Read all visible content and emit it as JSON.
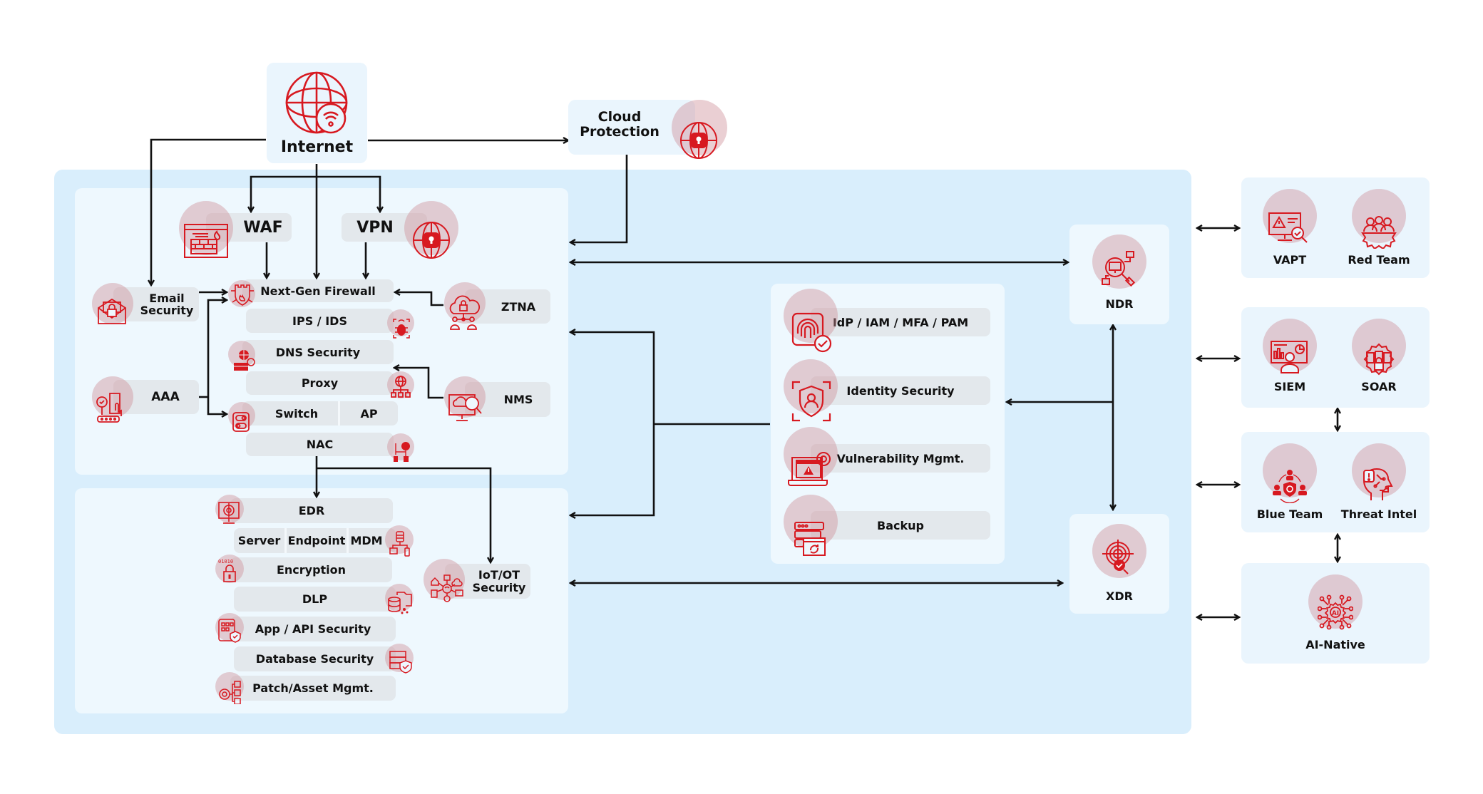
{
  "colors": {
    "accent": "#d71920",
    "panel_outer": "#d9eefc",
    "panel_inner": "#eef8fe",
    "bar": "#e3e8ec",
    "bubble": "#e2c3ca"
  },
  "top": {
    "internet": {
      "label": "Internet",
      "icon": "globe-wifi-icon"
    },
    "cloud": {
      "label_line1": "Cloud",
      "label_line2": "Protection",
      "icon": "globe-lock-icon"
    }
  },
  "perimeter": {
    "waf": {
      "label": "WAF",
      "icon": "firewall-window-icon"
    },
    "vpn": {
      "label": "VPN",
      "icon": "globe-lock-icon"
    },
    "email": {
      "label_line1": "Email",
      "label_line2": "Security",
      "icon": "mail-lock-icon"
    },
    "aaa": {
      "label": "AAA",
      "icon": "auth-access-icon"
    },
    "ztna": {
      "label": "ZTNA",
      "icon": "cloud-lock-network-icon"
    },
    "nms": {
      "label": "NMS",
      "icon": "monitor-search-icon"
    },
    "stack": {
      "ngfw": "Next-Gen Firewall",
      "ips": "IPS / IDS",
      "dns": "DNS Security",
      "proxy": "Proxy",
      "switch": "Switch",
      "ap": "AP",
      "nac": "NAC"
    }
  },
  "endpoint": {
    "edr": "EDR",
    "edr_sub": [
      "Server",
      "Endpoint",
      "MDM"
    ],
    "encryption": "Encryption",
    "dlp": "DLP",
    "app_api": "App / API Security",
    "database": "Database Security",
    "patch": "Patch/Asset Mgmt.",
    "iot": {
      "label_line1": "IoT/OT",
      "label_line2": "Security"
    }
  },
  "identity": {
    "items": [
      {
        "label": "IdP / IAM / MFA / PAM",
        "icon": "fingerprint-check-icon"
      },
      {
        "label": "Identity Security",
        "icon": "shield-user-icon"
      },
      {
        "label": "Vulnerability Mgmt.",
        "icon": "laptop-warning-icon"
      },
      {
        "label": "Backup",
        "icon": "server-folder-sync-icon"
      }
    ]
  },
  "detection": {
    "ndr": {
      "label": "NDR",
      "icon": "network-search-icon"
    },
    "xdr": {
      "label": "XDR",
      "icon": "target-search-icon"
    }
  },
  "soc": {
    "vapt": {
      "label": "VAPT",
      "icon": "monitor-warning-check-icon"
    },
    "red_team": {
      "label": "Red Team",
      "icon": "team-gear-icon"
    },
    "siem": {
      "label": "SIEM",
      "icon": "analyst-dashboard-icon"
    },
    "soar": {
      "label": "SOAR",
      "icon": "gear-docs-lock-icon"
    },
    "blue_team": {
      "label": "Blue Team",
      "icon": "team-shield-icon"
    },
    "threat_intel": {
      "label": "Threat Intel",
      "icon": "head-alert-icon"
    },
    "ai_native": {
      "label": "AI-Native",
      "icon": "ai-chip-icon"
    }
  }
}
